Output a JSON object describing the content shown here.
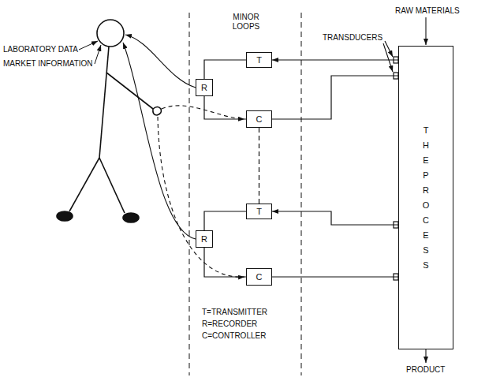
{
  "diagram": {
    "nodes": [
      {
        "text": [
          "T"
        ]
      },
      {
        "text": [
          "R"
        ]
      },
      {
        "text": [
          "C"
        ]
      },
      {
        "text": [
          "T"
        ]
      },
      {
        "text": [
          "R"
        ]
      },
      {
        "text": [
          "C"
        ]
      },
      {
        "text": [
          "THE PROCESS"
        ]
      }
    ],
    "edges": [
      {
        "from": 6,
        "to": 0,
        "arrow": "to"
      },
      {
        "from": 0,
        "to": 1,
        "arrow": "none"
      },
      {
        "from": 1,
        "to": 2,
        "arrow": "none"
      },
      {
        "from": 2,
        "to": 6,
        "arrow": "none"
      },
      {
        "from": 2,
        "to": 3,
        "arrow": "none"
      },
      {
        "from": 6,
        "to": 3,
        "arrow": "to"
      },
      {
        "from": 3,
        "to": 4,
        "arrow": "none"
      },
      {
        "from": 4,
        "to": 5,
        "arrow": "none"
      },
      {
        "from": 5,
        "to": 6,
        "arrow": "none"
      }
    ],
    "labels": [
      "MINOR LOOPS",
      "TRANSDUCERS",
      "RAW MATERIALS",
      "LABORATORY DATA",
      "MARKET INFORMATION",
      "T=TRANSMITTER",
      "R=RECORDER",
      "C=CONTROLLER",
      "PRODUCT"
    ]
  }
}
